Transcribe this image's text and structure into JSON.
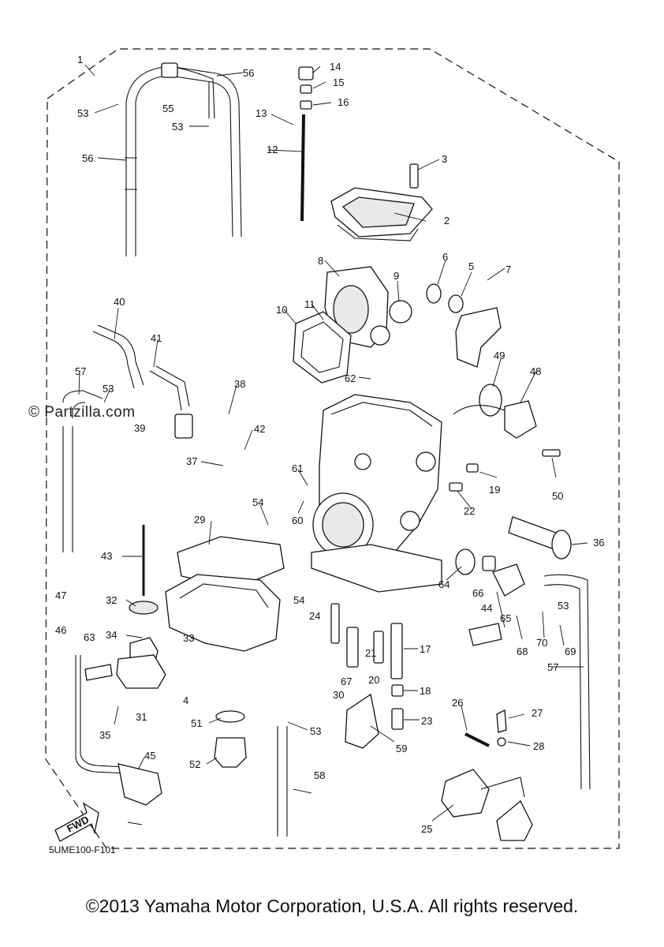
{
  "diagram": {
    "watermark": "© Partzilla.com",
    "drawing_code": "5UME100-F101",
    "fwd_label": "FWD",
    "copyright": "©2013 Yamaha Motor Corporation, U.S.A. All rights reserved.",
    "callouts": [
      "1",
      "2",
      "3",
      "4",
      "5",
      "6",
      "7",
      "8",
      "9",
      "10",
      "11",
      "12",
      "13",
      "14",
      "15",
      "16",
      "17",
      "18",
      "19",
      "20",
      "21",
      "22",
      "23",
      "24",
      "25",
      "26",
      "27",
      "28",
      "29",
      "30",
      "31",
      "32",
      "33",
      "34",
      "35",
      "36",
      "37",
      "38",
      "39",
      "40",
      "41",
      "42",
      "43",
      "44",
      "45",
      "46",
      "47",
      "48",
      "49",
      "50",
      "51",
      "52",
      "53",
      "54",
      "55",
      "56",
      "57",
      "58",
      "59",
      "60",
      "61",
      "62",
      "63",
      "64",
      "65",
      "66",
      "67",
      "68",
      "69",
      "70"
    ]
  }
}
